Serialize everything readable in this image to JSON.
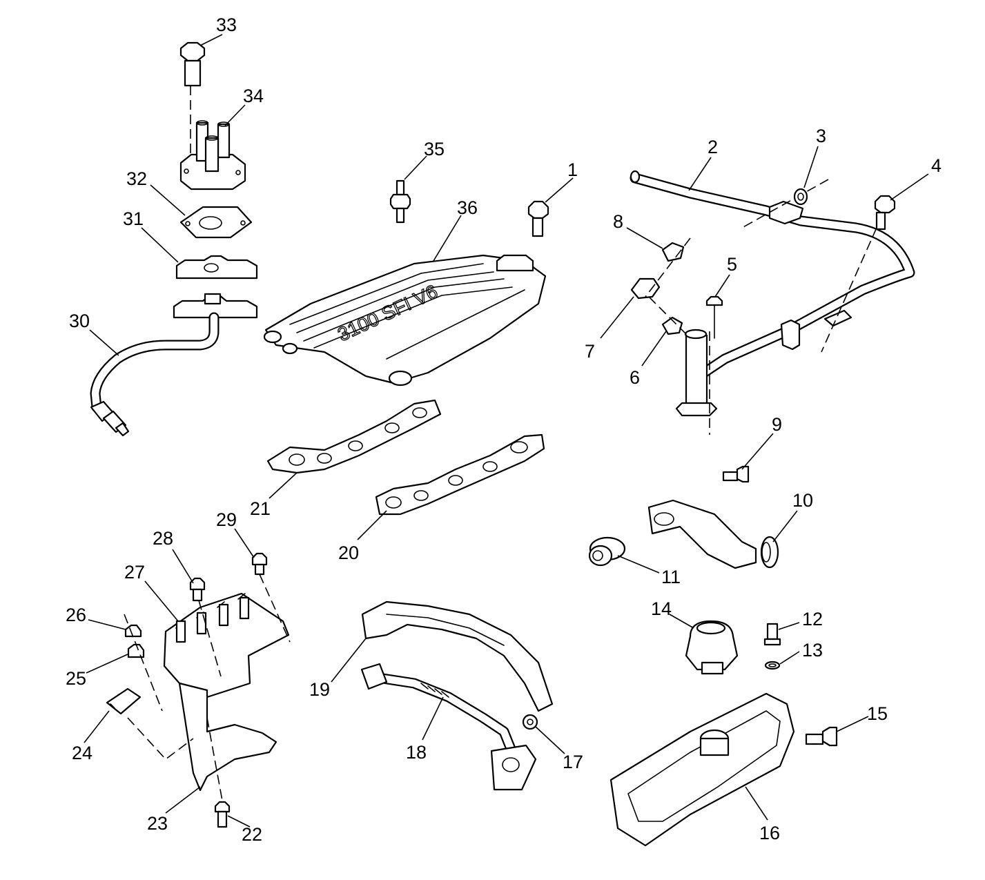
{
  "casting_text": "3100 SFI V6",
  "callouts": [
    "1",
    "2",
    "3",
    "4",
    "5",
    "6",
    "7",
    "8",
    "9",
    "10",
    "11",
    "12",
    "13",
    "14",
    "15",
    "16",
    "17",
    "18",
    "19",
    "20",
    "21",
    "22",
    "23",
    "24",
    "25",
    "26",
    "27",
    "28",
    "29",
    "30",
    "31",
    "32",
    "33",
    "34",
    "35",
    "36"
  ]
}
